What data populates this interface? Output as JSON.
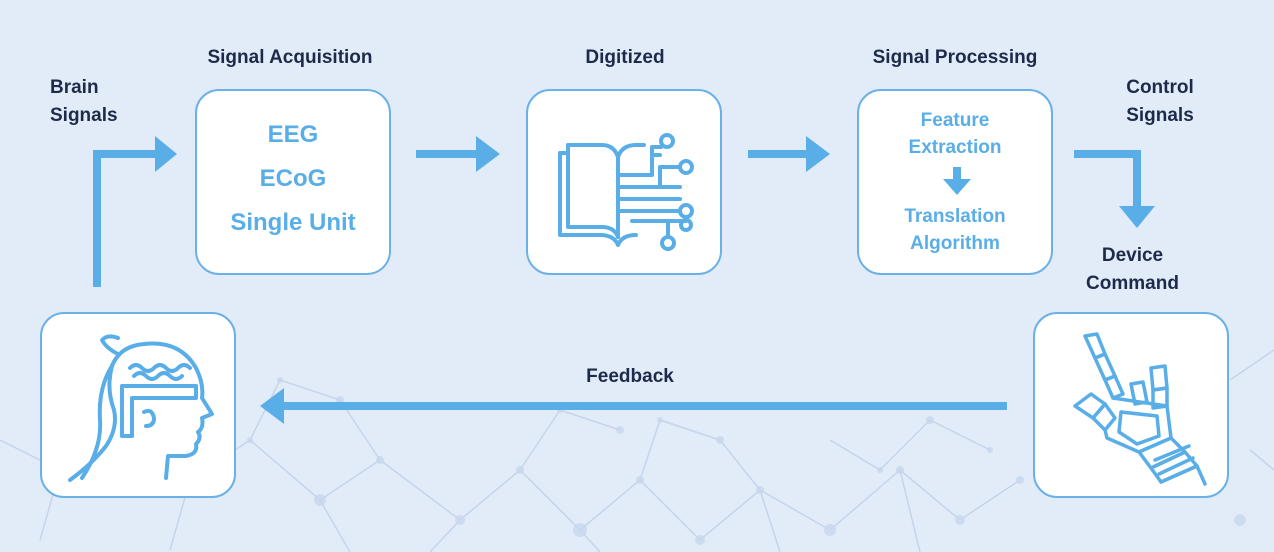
{
  "colors": {
    "accent": "#5aaee8",
    "box_border": "#69b1e6",
    "label_text": "#1e2a4a",
    "background": "#e2ecf8"
  },
  "labels": {
    "brain_signals": [
      "Brain",
      "Signals"
    ],
    "signal_acquisition": "Signal Acquisition",
    "digitized": "Digitized",
    "signal_processing": "Signal Processing",
    "control_signals": [
      "Control",
      "Signals"
    ],
    "device_command": [
      "Device",
      "Command"
    ],
    "feedback": "Feedback"
  },
  "acquisition_box": {
    "items": [
      "EEG",
      "ECoG",
      "Single Unit"
    ]
  },
  "processing_box": {
    "feature": [
      "Feature",
      "Extraction"
    ],
    "translation": [
      "Translation",
      "Algorithm"
    ]
  },
  "icons": {
    "head": "human-head-with-eeg-headband-icon",
    "digitized": "book-with-circuit-traces-icon",
    "device": "robotic-hand-pointing-icon"
  }
}
